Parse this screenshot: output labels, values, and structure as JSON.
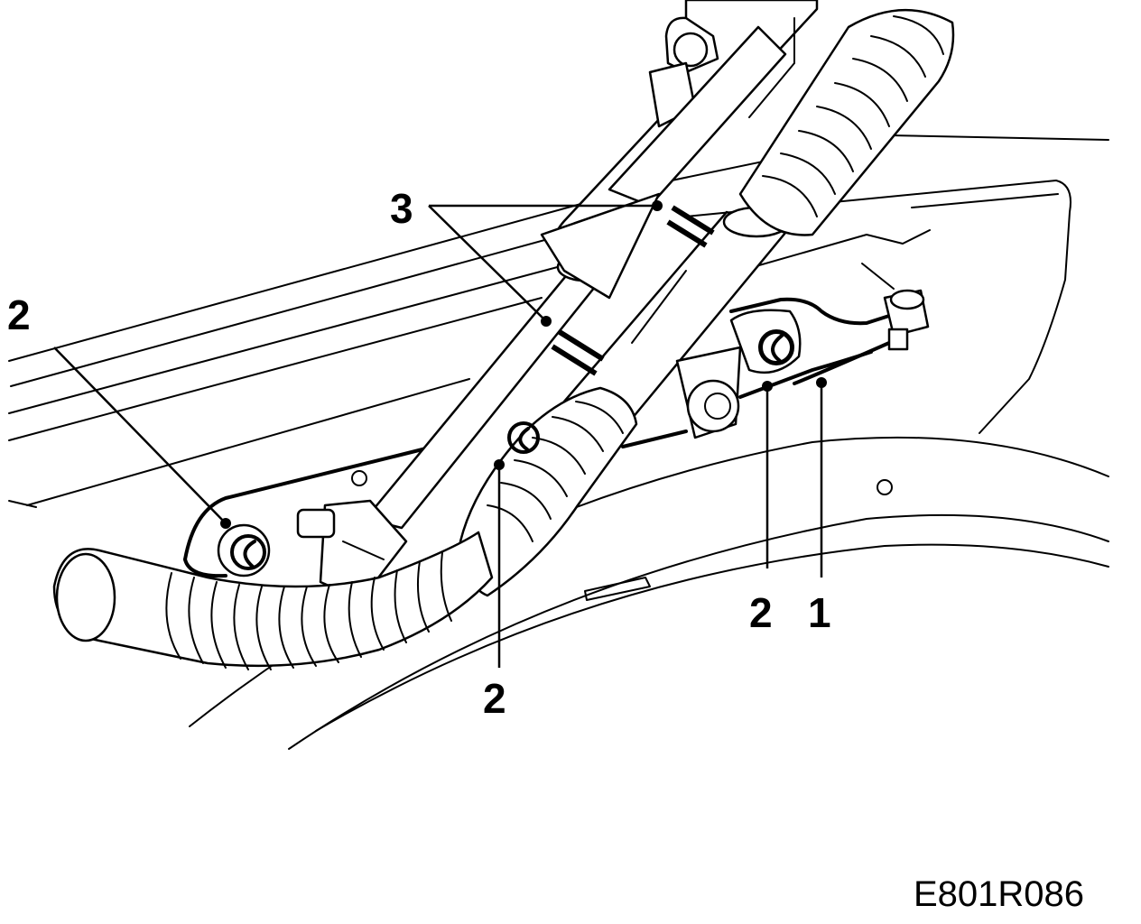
{
  "figure": {
    "code": "E801R086",
    "callouts": [
      {
        "id": "left-2",
        "label": "2"
      },
      {
        "id": "mid-2",
        "label": "2"
      },
      {
        "id": "right-2",
        "label": "2"
      },
      {
        "id": "right-1",
        "label": "1"
      },
      {
        "id": "top-3",
        "label": "3"
      }
    ]
  }
}
